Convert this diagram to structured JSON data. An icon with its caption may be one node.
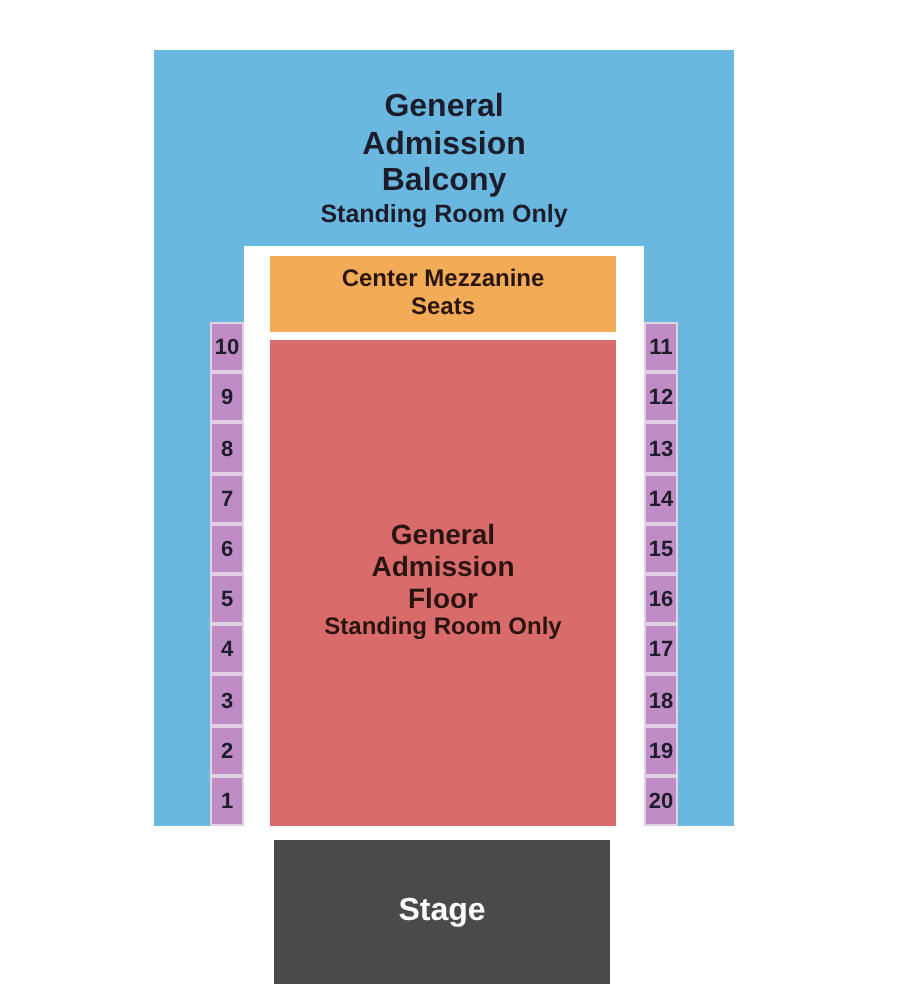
{
  "diagram": {
    "nodes": [
      {
        "text": [
          "General Admission Balcony",
          "Standing Room Only"
        ]
      },
      {
        "text": [
          "Center Mezzanine Seats"
        ],
        "in": 0
      },
      {
        "text": [
          "General Admission Floor",
          "Standing Room Only"
        ],
        "in": 0
      },
      {
        "text": [
          "10"
        ],
        "in": 0
      },
      {
        "text": [
          "9"
        ],
        "in": 0
      },
      {
        "text": [
          "8"
        ],
        "in": 0
      },
      {
        "text": [
          "7"
        ],
        "in": 0
      },
      {
        "text": [
          "6"
        ],
        "in": 0
      },
      {
        "text": [
          "5"
        ],
        "in": 0
      },
      {
        "text": [
          "4"
        ],
        "in": 0
      },
      {
        "text": [
          "3"
        ],
        "in": 0
      },
      {
        "text": [
          "2"
        ],
        "in": 0
      },
      {
        "text": [
          "1"
        ],
        "in": 0
      },
      {
        "text": [
          "11"
        ],
        "in": 0
      },
      {
        "text": [
          "12"
        ],
        "in": 0
      },
      {
        "text": [
          "13"
        ],
        "in": 0
      },
      {
        "text": [
          "14"
        ],
        "in": 0
      },
      {
        "text": [
          "15"
        ],
        "in": 0
      },
      {
        "text": [
          "16"
        ],
        "in": 0
      },
      {
        "text": [
          "17"
        ],
        "in": 0
      },
      {
        "text": [
          "18"
        ],
        "in": 0
      },
      {
        "text": [
          "19"
        ],
        "in": 0
      },
      {
        "text": [
          "20"
        ],
        "in": 0
      },
      {
        "text": [
          "Stage"
        ]
      }
    ]
  }
}
